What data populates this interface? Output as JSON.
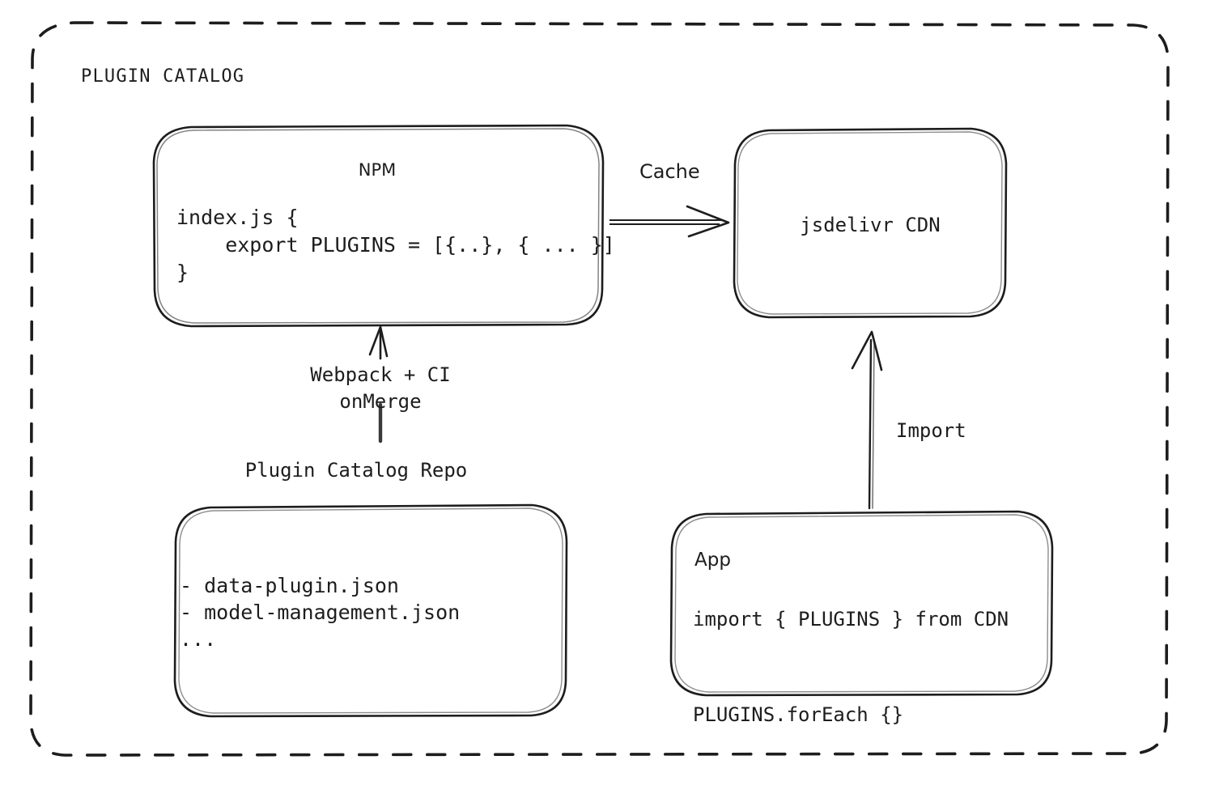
{
  "diagram": {
    "type": "architecture-flow",
    "group": {
      "label": "PLUGIN CATALOG",
      "border_style": "dashed",
      "color": "#1d1d1d"
    },
    "nodes": [
      {
        "id": "npm",
        "title": "NPM",
        "code": "index.js {\n    export PLUGINS = [{..}, { ... }]\n}"
      },
      {
        "id": "cdn",
        "title": "jsdelivr CDN"
      },
      {
        "id": "repo",
        "caption": "Plugin Catalog Repo",
        "list": "- data-plugin.json\n- model-management.json\n..."
      },
      {
        "id": "app",
        "title": "App",
        "code": "import { PLUGINS } from CDN\n\nPLUGINS.forEach {}"
      }
    ],
    "edges": [
      {
        "id": "npm-to-cdn",
        "label": "Cache",
        "from": "npm",
        "to": "cdn"
      },
      {
        "id": "repo-to-npm",
        "label": "Webpack + CI\nonMerge",
        "from": "repo",
        "to": "npm"
      },
      {
        "id": "app-to-cdn",
        "label": "Import",
        "from": "app",
        "to": "cdn"
      }
    ]
  },
  "labels": {
    "group_title": "PLUGIN CATALOG",
    "npm_title": "NPM",
    "npm_code": "index.js {\n    export PLUGINS = [{..}, { ... }]\n}",
    "cdn_title": "jsdelivr CDN",
    "cache_edge": "Cache",
    "webpack_edge": "Webpack + CI\nonMerge",
    "repo_caption": "Plugin Catalog Repo",
    "repo_list": "- data-plugin.json\n- model-management.json\n...",
    "import_edge": "Import",
    "app_title": "App",
    "app_code": "import { PLUGINS } from CDN\n\nPLUGINS.forEach {}"
  }
}
